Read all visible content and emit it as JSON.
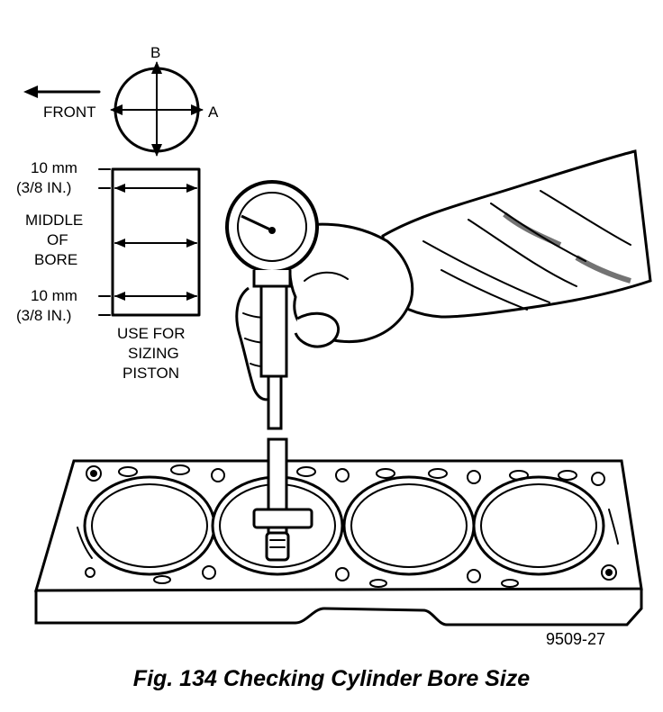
{
  "diagram": {
    "orientation": {
      "label_b": "B",
      "label_a": "A",
      "label_front": "FRONT"
    },
    "bore_chart": {
      "top_measure_mm": "10 mm",
      "top_measure_in": "(3/8 IN.)",
      "middle_line1": "MIDDLE",
      "middle_line2": "OF",
      "middle_line3": "BORE",
      "bottom_measure_mm": "10 mm",
      "bottom_measure_in": "(3/8 IN.)",
      "note_line1": "USE FOR",
      "note_line2": "SIZING",
      "note_line3": "PISTON"
    },
    "figure_id": "9509-27"
  },
  "caption": "Fig. 134 Checking Cylinder Bore Size"
}
